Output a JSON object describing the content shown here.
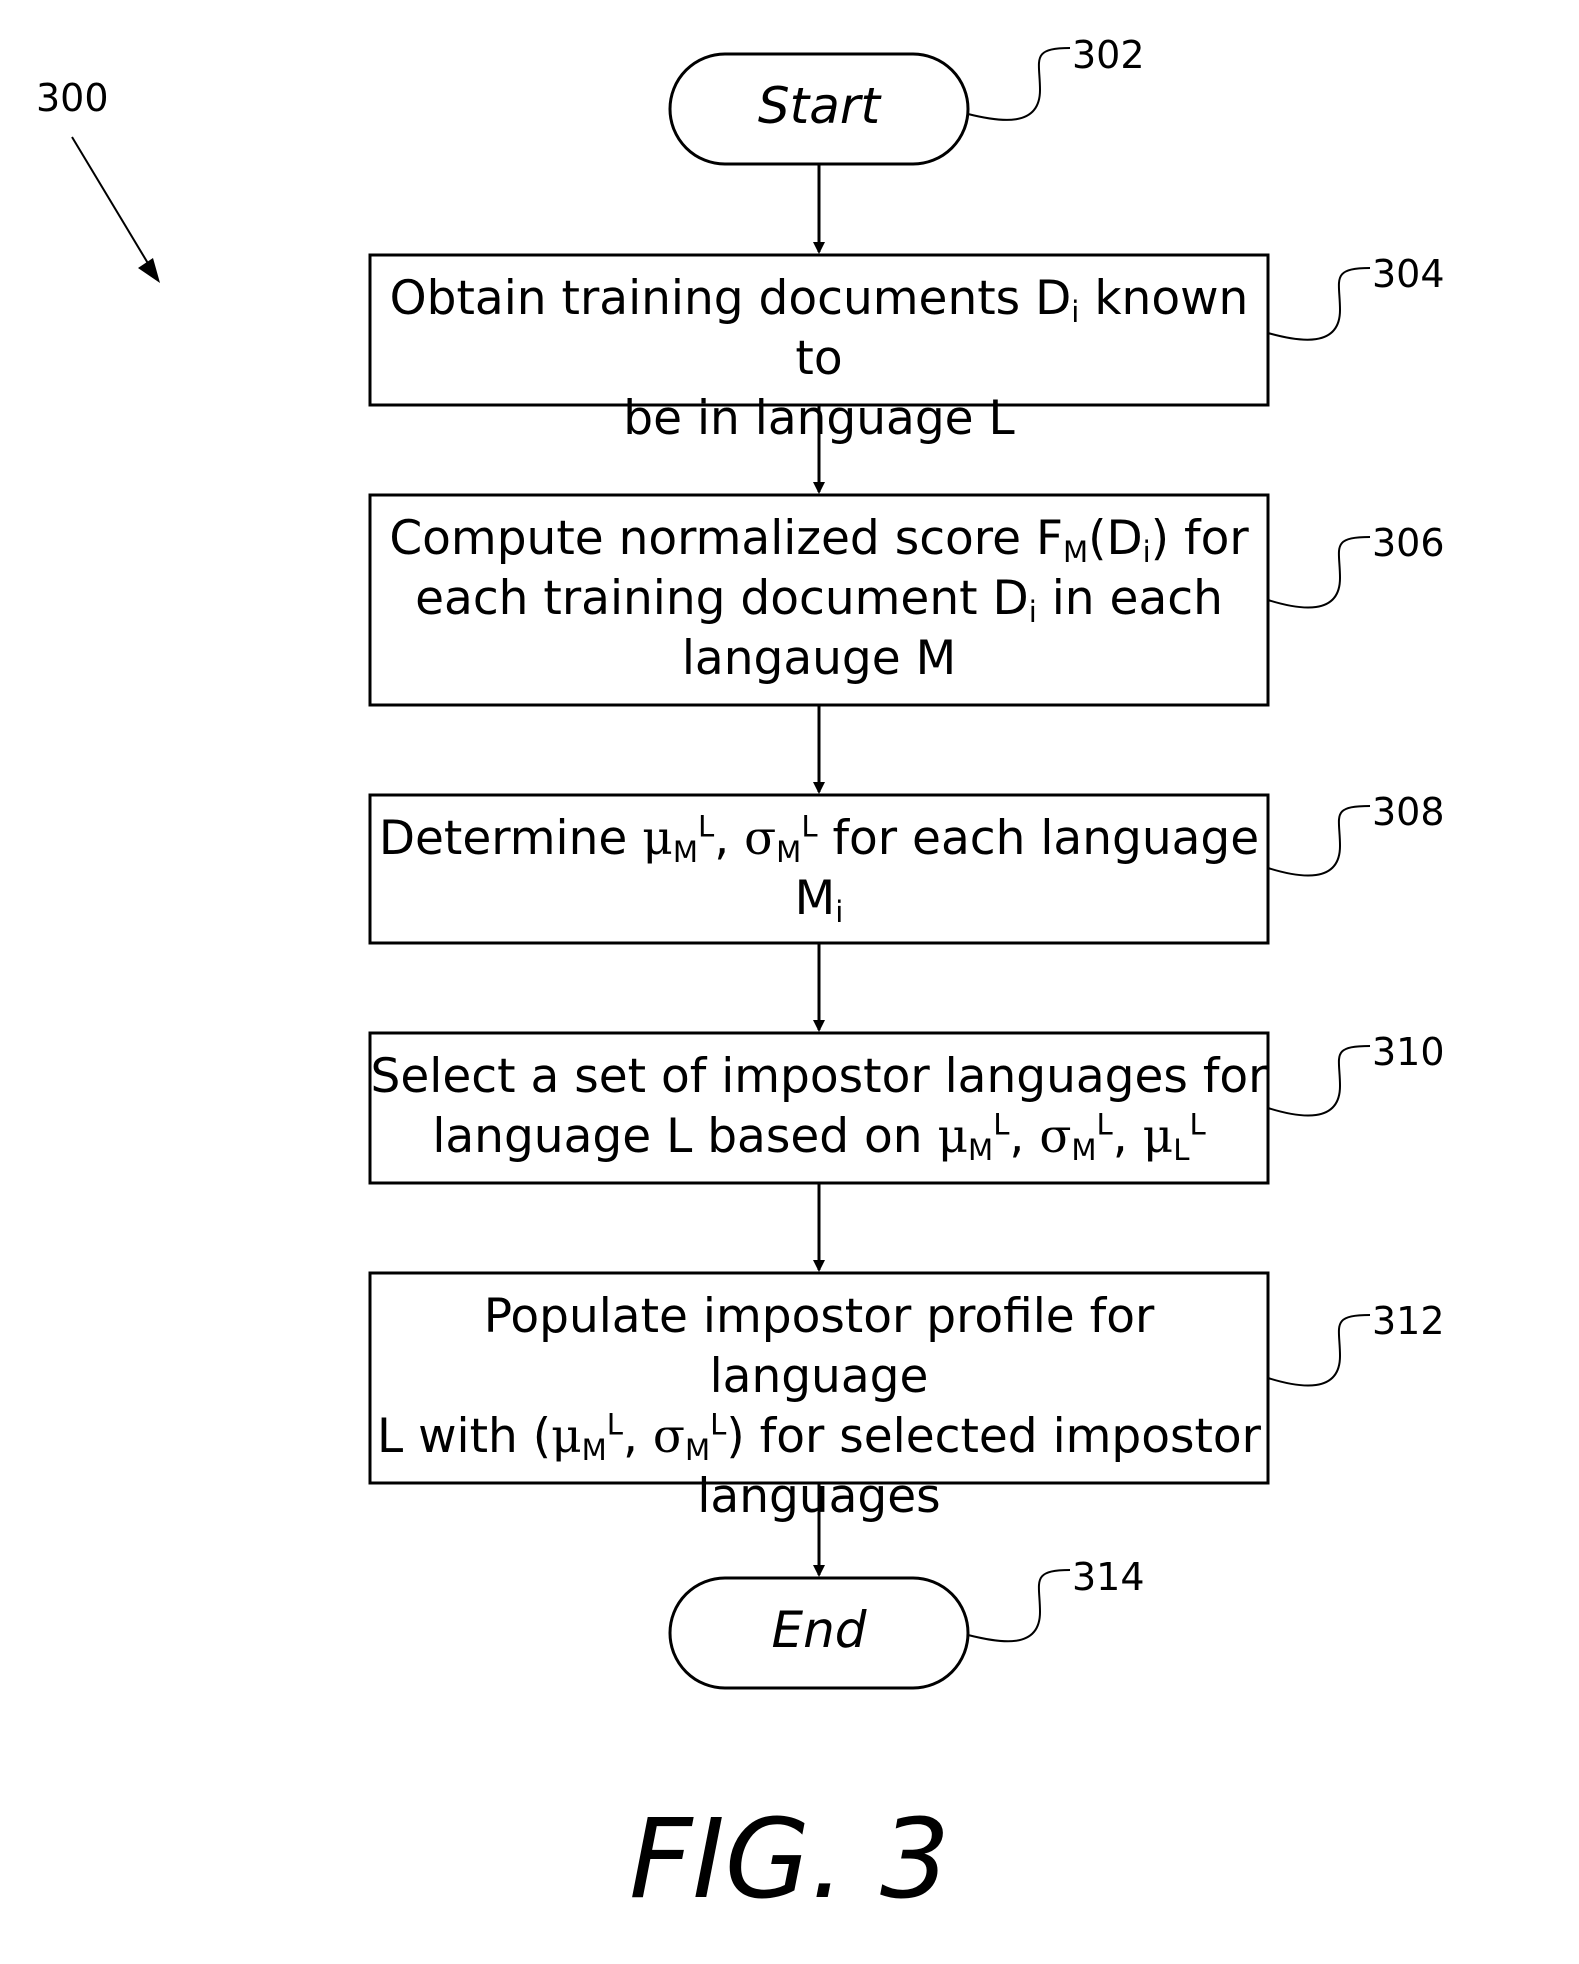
{
  "figure": {
    "ref": "300",
    "caption": "FIG. 3"
  },
  "nodes": {
    "start": {
      "ref": "302",
      "label": "Start"
    },
    "step304": {
      "ref": "304",
      "line1_pre": "Obtain training documents D",
      "line1_sub": "i",
      "line1_post": " known to",
      "line2": "be in language L"
    },
    "step306": {
      "ref": "306",
      "line1_pre": "Compute normalized score F",
      "line1_sub1": "M",
      "line1_mid": "(D",
      "line1_sub2": "i",
      "line1_post": ") for",
      "line2_pre": "each training document D",
      "line2_sub": "i",
      "line2_post": " in each",
      "line3": "langauge M"
    },
    "step308": {
      "ref": "308",
      "word_determine": "Determine ",
      "mu": "μ",
      "sigma": "σ",
      "sub_m": "M",
      "sup_l": "L",
      "sep": ", ",
      "post": " for each language",
      "line2_base": "M",
      "line2_sub": "i"
    },
    "step310": {
      "ref": "310",
      "line1": "Select a set of impostor languages for",
      "line2_pre": "language L based on ",
      "mu": "μ",
      "sigma": "σ",
      "sub_m": "M",
      "sub_l": "L",
      "sup_l": "L",
      "sep": ", "
    },
    "step312": {
      "ref": "312",
      "line1": "Populate impostor profile for language",
      "line2_pre": "L with (",
      "mu": "μ",
      "sigma": "σ",
      "sub_m": "M",
      "sup_l": "L",
      "sep": ", ",
      "line2_post": ")  for selected impostor",
      "line3": "languages"
    },
    "end": {
      "ref": "314",
      "label": "End"
    }
  }
}
